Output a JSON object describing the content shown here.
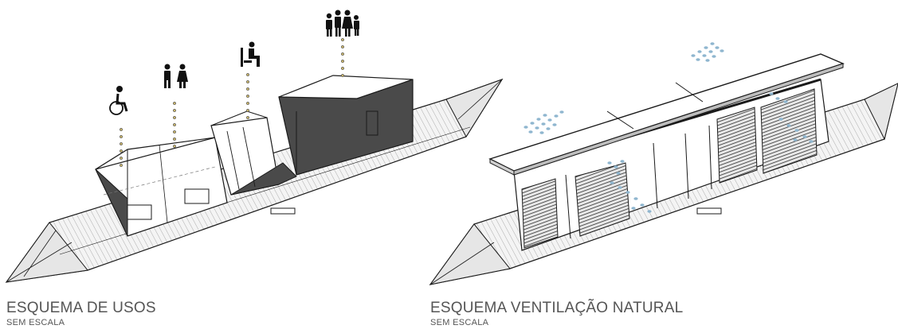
{
  "left_panel": {
    "title": "ESQUEMA DE USOS",
    "subtitle": "SEM ESCALA",
    "icons": [
      "wheelchair-user-icon",
      "couple-icon",
      "seated-toilet-user-icon",
      "family-icon"
    ]
  },
  "right_panel": {
    "title": "ESQUEMA VENTILAÇÃO NATURAL",
    "subtitle": "SEM ESCALA",
    "icons": [
      "airflow-dots-icon"
    ]
  },
  "colors": {
    "line": "#1a1a1a",
    "dark_module": "#4a4a4a",
    "deck": "#f4f4f4",
    "air": "#8fb6cf",
    "caption": "#555555"
  }
}
